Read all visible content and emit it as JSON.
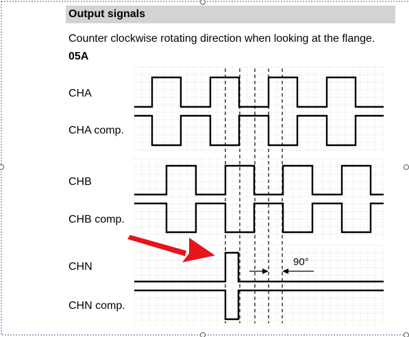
{
  "header": {
    "title": "Output signals"
  },
  "description": "Counter clockwise rotating direction when looking at the flange.",
  "model": "05A",
  "signals": [
    {
      "label": "CHA"
    },
    {
      "label": "CHA comp."
    },
    {
      "label": "CHB"
    },
    {
      "label": "CHB comp."
    },
    {
      "label": "CHN"
    },
    {
      "label": "CHN comp."
    }
  ],
  "phase_annotation": "90°",
  "colors": {
    "header_bg": "#d3d3d3",
    "signal_line": "#000000",
    "grid_dot": "#bdbdbd",
    "arrow": "#e8141b",
    "frame_dash": "#3b5a9a"
  }
}
